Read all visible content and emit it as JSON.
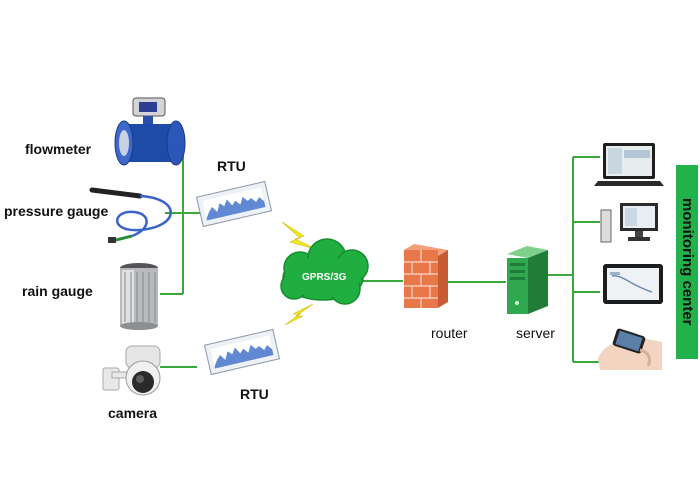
{
  "labels": {
    "flowmeter": "flowmeter",
    "pressure_gauge": "pressure gauge",
    "rain_gauge": "rain gauge",
    "camera": "camera",
    "rtu_top": "RTU",
    "rtu_bottom": "RTU",
    "cloud": "GPRS/3G",
    "router": "router",
    "server": "server",
    "monitoring_center": "monitoring center"
  },
  "colors": {
    "connector": "#3aa83a",
    "cloud": "#1fae3f",
    "monitoring_band": "#22b24c",
    "signal": "#f2ea1c",
    "router_brick": "#e8774a",
    "server_body": "#2fa84f"
  },
  "icons": [
    "flowmeter-icon",
    "pressure-gauge-icon",
    "rain-gauge-icon",
    "camera-icon",
    "rtu-icon",
    "wireless-signal-icon",
    "cloud-icon",
    "firewall-router-icon",
    "server-icon",
    "laptop-icon",
    "desktop-icon",
    "tablet-icon",
    "smartphone-icon"
  ]
}
